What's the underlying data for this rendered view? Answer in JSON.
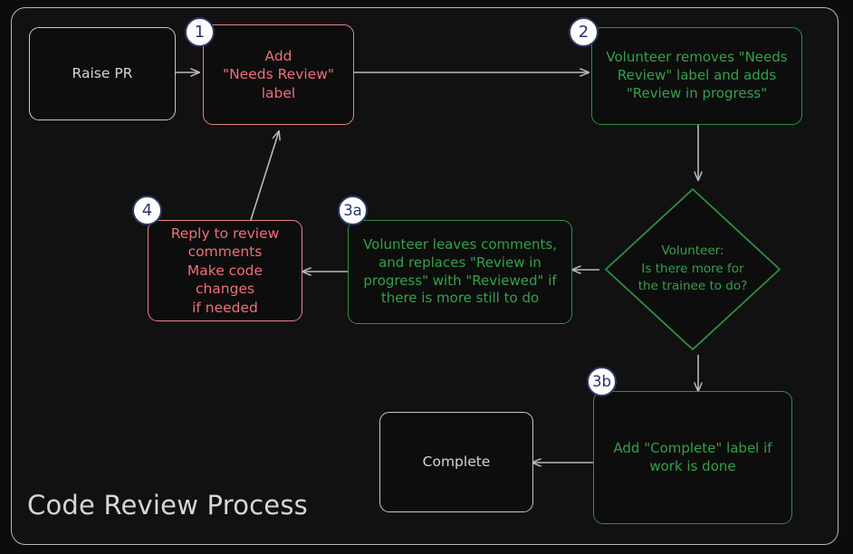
{
  "diagram": {
    "title": "Code Review Process",
    "type": "flowchart",
    "colors": {
      "background": "#0c0c0c",
      "container_border": "#b8b8b8",
      "plain_node": "#c7c7c7",
      "red_node": "#e98189",
      "red_text": "#ef6f77",
      "green_node": "#2f8f3f",
      "green_text": "#33a14a",
      "badge_fill": "#fdfdfd",
      "badge_border": "#2b3a66",
      "badge_text": "#27356b",
      "edge": "#b9b9b9"
    }
  },
  "nodes": [
    {
      "id": "raise-pr",
      "label": "Raise PR",
      "style": "plain",
      "badge": null
    },
    {
      "id": "add-label",
      "label": "Add\n\"Needs Review\"\nlabel",
      "style": "red",
      "badge": "1"
    },
    {
      "id": "volunteer-relabel",
      "label": "Volunteer removes \"Needs\nReview\" label and adds\n\"Review in progress\"",
      "style": "green",
      "badge": "2"
    },
    {
      "id": "decision",
      "label": "Volunteer:\nIs there more for\nthe trainee to do?",
      "style": "green-diamond",
      "badge": null
    },
    {
      "id": "leaves-comments",
      "label": "Volunteer leaves comments,\nand replaces \"Review in\nprogress\" with \"Reviewed\" if\nthere is more still to do",
      "style": "green",
      "badge": "3a"
    },
    {
      "id": "reply-review",
      "label": "Reply to review\ncomments\nMake code changes\nif needed",
      "style": "red",
      "badge": "4"
    },
    {
      "id": "add-complete",
      "label": "Add \"Complete\" label if\nwork is done",
      "style": "green",
      "badge": "3b"
    },
    {
      "id": "complete",
      "label": "Complete",
      "style": "plain",
      "badge": null
    }
  ],
  "edges": [
    {
      "from": "raise-pr",
      "to": "add-label",
      "label": ""
    },
    {
      "from": "add-label",
      "to": "volunteer-relabel",
      "label": ""
    },
    {
      "from": "volunteer-relabel",
      "to": "decision",
      "label": ""
    },
    {
      "from": "decision",
      "to": "leaves-comments",
      "label": ""
    },
    {
      "from": "decision",
      "to": "add-complete",
      "label": ""
    },
    {
      "from": "leaves-comments",
      "to": "reply-review",
      "label": ""
    },
    {
      "from": "reply-review",
      "to": "add-label",
      "label": ""
    },
    {
      "from": "add-complete",
      "to": "complete",
      "label": ""
    }
  ]
}
